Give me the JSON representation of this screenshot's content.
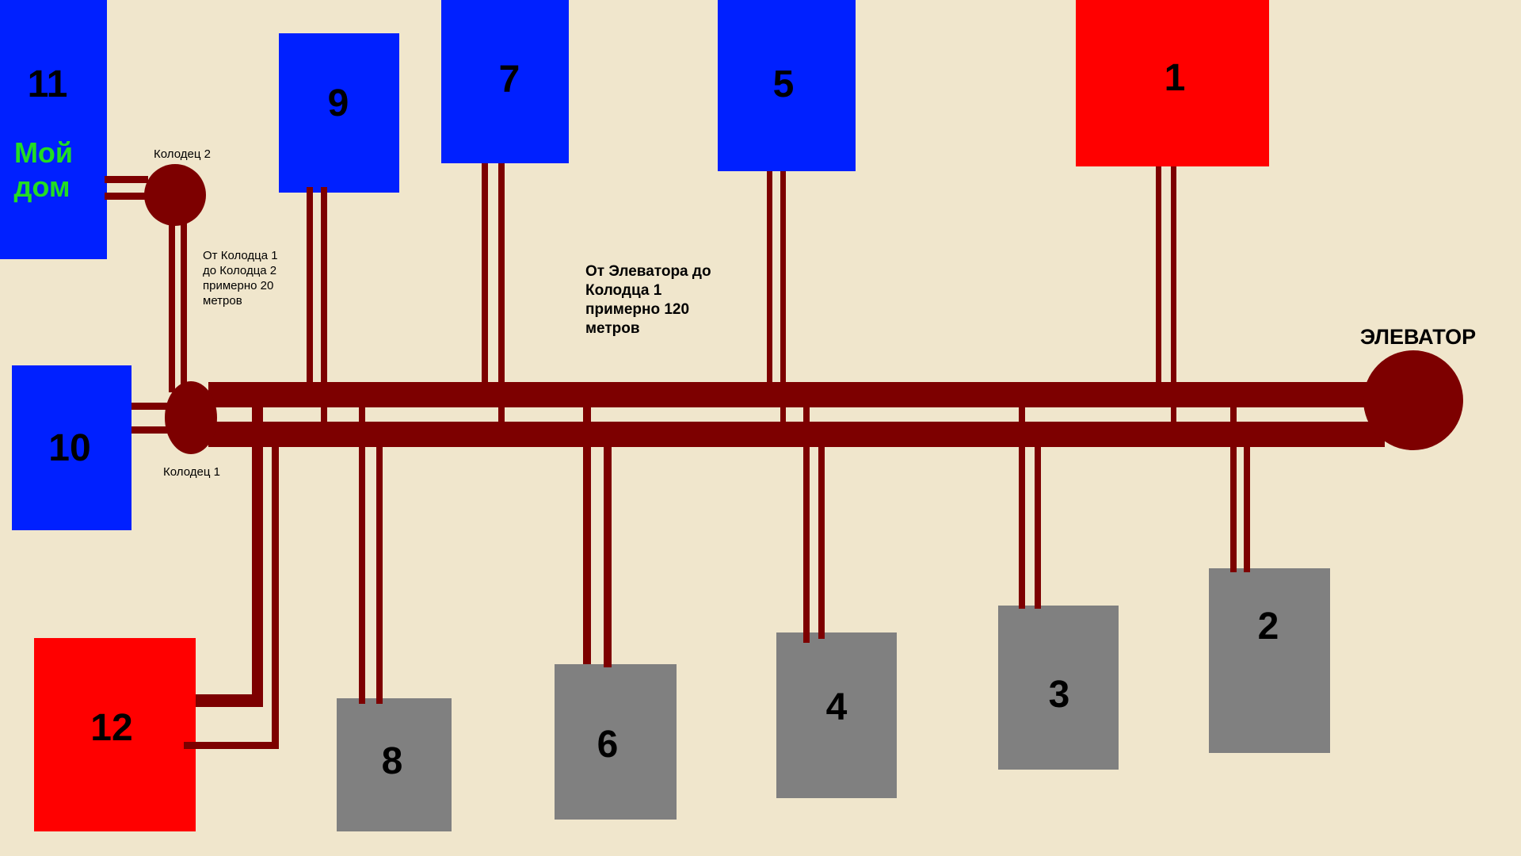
{
  "colors": {
    "background": "#f0e6cc",
    "pipe": "#7d0000",
    "building_blue": "#0020ff",
    "building_red": "#ff0000",
    "building_gray": "#808080",
    "my_home_text": "#22dd22",
    "label_text": "#000000"
  },
  "elevator_label": "ЭЛЕВАТОР",
  "well1_label": "Колодец 1",
  "well2_label": "Колодец 2",
  "note_well1_to_well2": [
    "От Колодца 1",
    "до Колодца 2",
    "примерно 20",
    "метров"
  ],
  "note_elevator_to_well1": [
    "От Элеватора до",
    "Колодца 1",
    "примерно 120",
    "метров"
  ],
  "my_home_label": [
    "Мой",
    "дом"
  ],
  "buildings": [
    {
      "id": "1",
      "label": "1",
      "color": "red"
    },
    {
      "id": "2",
      "label": "2",
      "color": "gray"
    },
    {
      "id": "3",
      "label": "3",
      "color": "gray"
    },
    {
      "id": "4",
      "label": "4",
      "color": "gray"
    },
    {
      "id": "5",
      "label": "5",
      "color": "blue"
    },
    {
      "id": "6",
      "label": "6",
      "color": "gray"
    },
    {
      "id": "7",
      "label": "7",
      "color": "blue"
    },
    {
      "id": "8",
      "label": "8",
      "color": "gray"
    },
    {
      "id": "9",
      "label": "9",
      "color": "blue"
    },
    {
      "id": "10",
      "label": "10",
      "color": "blue"
    },
    {
      "id": "11",
      "label": "11",
      "color": "blue"
    },
    {
      "id": "12",
      "label": "12",
      "color": "red"
    }
  ]
}
